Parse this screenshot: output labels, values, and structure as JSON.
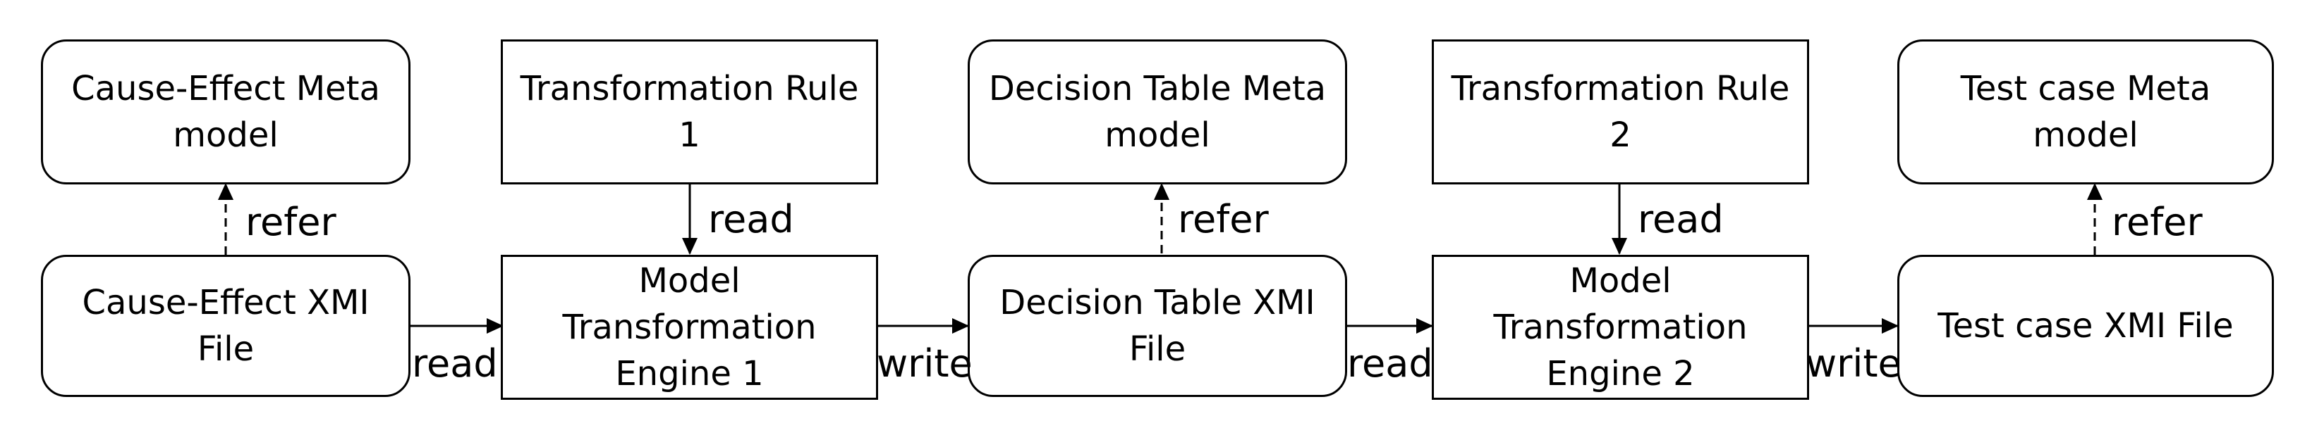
{
  "nodes": {
    "ce_meta": {
      "label": "Cause-Effect Meta model"
    },
    "rule1": {
      "label": "Transformation Rule 1"
    },
    "dt_meta": {
      "label": "Decision Table Meta model"
    },
    "rule2": {
      "label": "Transformation Rule 2"
    },
    "tc_meta": {
      "label": "Test case Meta model"
    },
    "ce_xmi": {
      "label": "Cause-Effect XMI File"
    },
    "engine1": {
      "label": "Model Transformation Engine 1"
    },
    "dt_xmi": {
      "label": "Decision Table XMI File"
    },
    "engine2": {
      "label": "Model Transformation Engine 2"
    },
    "tc_xmi": {
      "label": "Test case XMI File"
    }
  },
  "edges": {
    "refer1": {
      "label": "refer"
    },
    "read_rule1": {
      "label": "read"
    },
    "refer2": {
      "label": "refer"
    },
    "read_rule2": {
      "label": "read"
    },
    "refer3": {
      "label": "refer"
    },
    "read1": {
      "label": "read"
    },
    "write1": {
      "label": "write"
    },
    "read2": {
      "label": "read"
    },
    "write2": {
      "label": "write"
    }
  }
}
